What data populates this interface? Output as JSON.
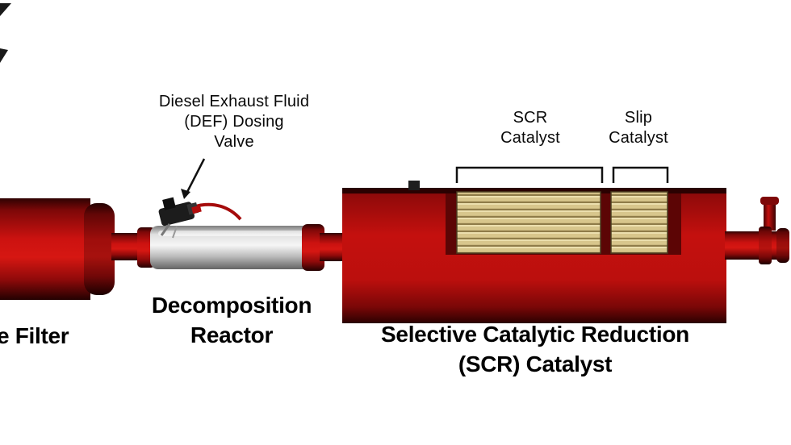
{
  "diagram": {
    "annotations": {
      "def_valve": {
        "line1": "Diesel Exhaust Fluid",
        "line2": "(DEF) Dosing",
        "line3": "Valve"
      },
      "scr_catalyst": {
        "line1": "SCR",
        "line2": "Catalyst"
      },
      "slip_catalyst": {
        "line1": "Slip",
        "line2": "Catalyst"
      }
    },
    "captions": {
      "filter": "e Filter",
      "decomposition": {
        "line1": "Decomposition",
        "line2": "Reactor"
      },
      "scr": {
        "line1": "Selective Catalytic Reduction",
        "line2": "(SCR) Catalyst"
      }
    },
    "colors": {
      "red_bright": "#c8100e",
      "red_dark": "#2a0101",
      "interior_maroon": "#5c0505",
      "catalyst_tan": "#d8c68c",
      "catalyst_stripe": "#8f7c49",
      "steel_light": "#f5f5f5",
      "steel_dark": "#646464",
      "annotation_line": "#111111"
    }
  }
}
